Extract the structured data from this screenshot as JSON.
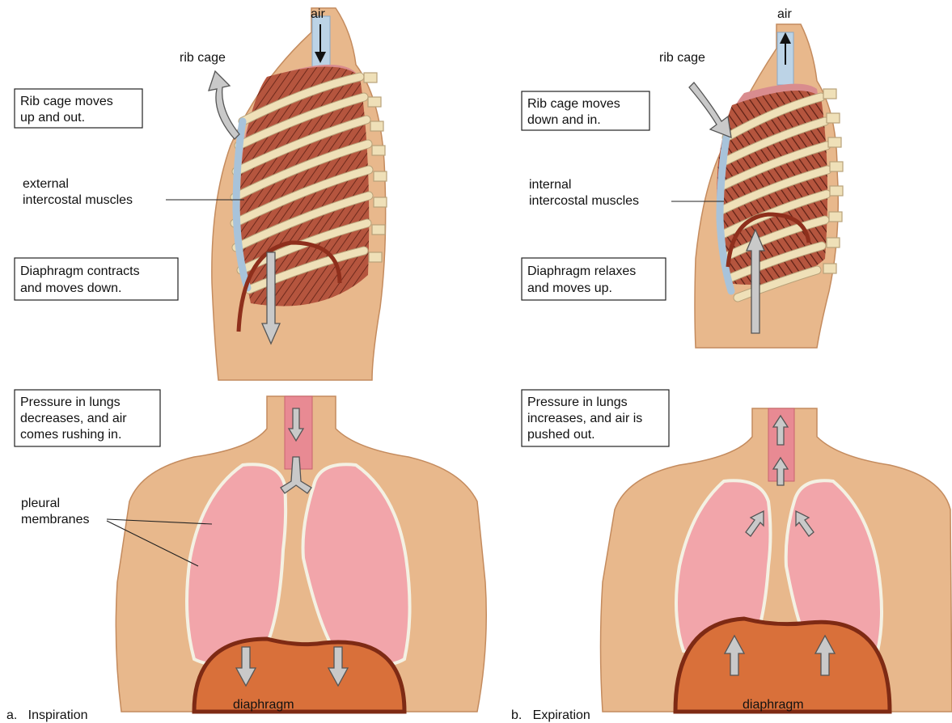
{
  "panel_a": {
    "caption": "a.   Inspiration",
    "air": "air",
    "rib_cage": "rib cage",
    "box_rib": [
      "Rib cage moves",
      "up and out."
    ],
    "muscles": [
      "external",
      "intercostal muscles"
    ],
    "box_diaphragm": [
      "Diaphragm contracts",
      "and moves down."
    ],
    "box_pressure": [
      "Pressure in lungs",
      "decreases, and air",
      "comes rushing in."
    ],
    "pleural": [
      "pleural",
      "membranes"
    ],
    "diaphragm": "diaphragm"
  },
  "panel_b": {
    "caption": "b.   Expiration",
    "air": "air",
    "rib_cage": "rib cage",
    "box_rib": [
      "Rib cage moves",
      "down and in."
    ],
    "muscles": [
      "internal",
      "intercostal muscles"
    ],
    "box_diaphragm": [
      "Diaphragm relaxes",
      "and moves up."
    ],
    "box_pressure": [
      "Pressure in lungs",
      "increases, and air is",
      "pushed out."
    ],
    "diaphragm": "diaphragm"
  },
  "colors": {
    "skin": "#e8b88c",
    "muscle": "#b5553e",
    "lung": "#f2a5aa",
    "diaphragm": "#d9703a",
    "rib": "#efe0b8",
    "cartilage": "#a8c3da",
    "arrow": "#c9c9c9"
  }
}
